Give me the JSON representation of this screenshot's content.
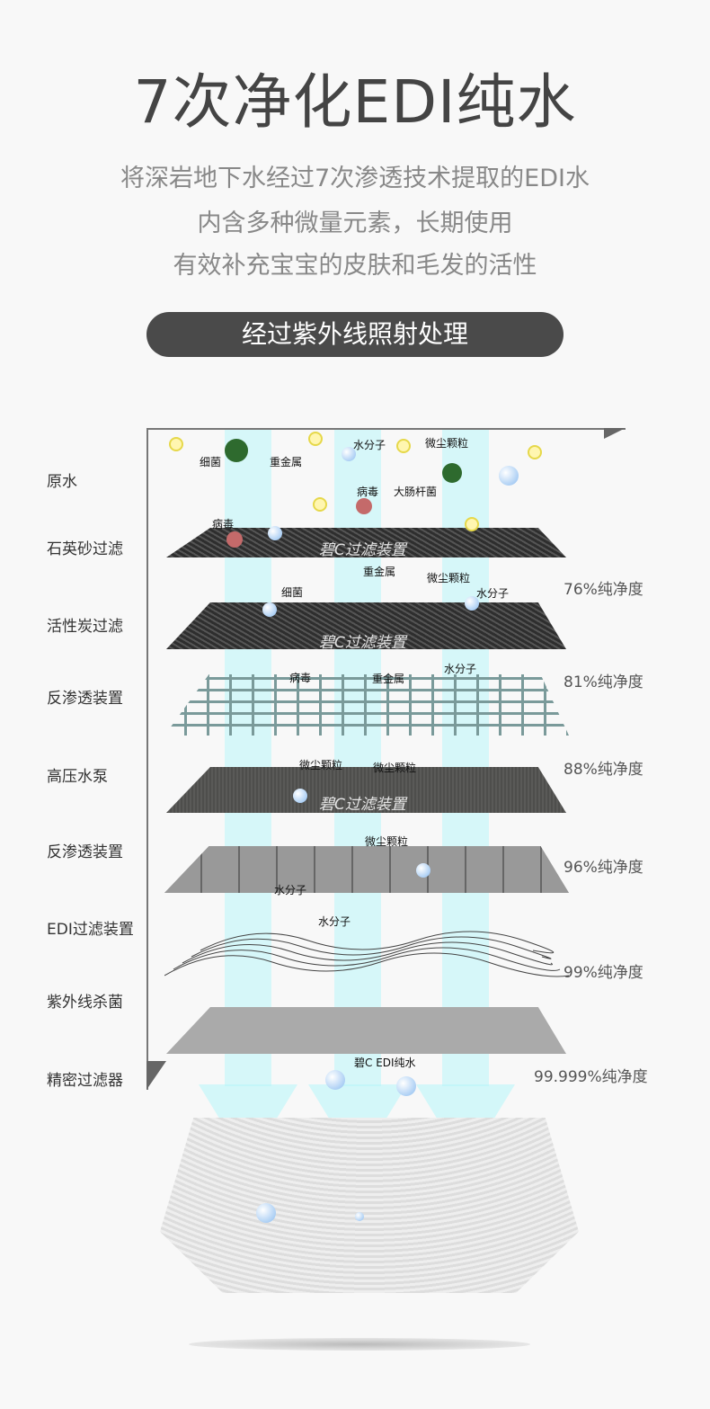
{
  "header": {
    "title": "7次净化EDI纯水",
    "subtitle": [
      "将深岩地下水经过7次渗透技术提取的EDI水",
      "内含多种微量元素，长期使用",
      "有效补充宝宝的皮肤和毛发的活性"
    ],
    "pill": "经过紫外线照射处理"
  },
  "stages": [
    "原水",
    "石英砂过滤",
    "活性炭过滤",
    "反渗透装置",
    "高压水泵",
    "反渗透装置",
    "EDI过滤装置",
    "紫外线杀菌",
    "精密过滤器"
  ],
  "purity": [
    "76%纯净度",
    "81%纯净度",
    "88%纯净度",
    "96%纯净度",
    "99%纯净度",
    "99.999%纯净度"
  ],
  "device_label": "碧C过滤装置",
  "particles": {
    "bacteria": "细菌",
    "heavy_metal": "重金属",
    "water": "水分子",
    "dust": "微尘颗粒",
    "virus": "病毒",
    "ecoli": "大肠杆菌"
  },
  "output_label": "碧C EDI纯水",
  "colors": {
    "beam": "#b4f5fa",
    "pill": "#4a4a4a"
  }
}
